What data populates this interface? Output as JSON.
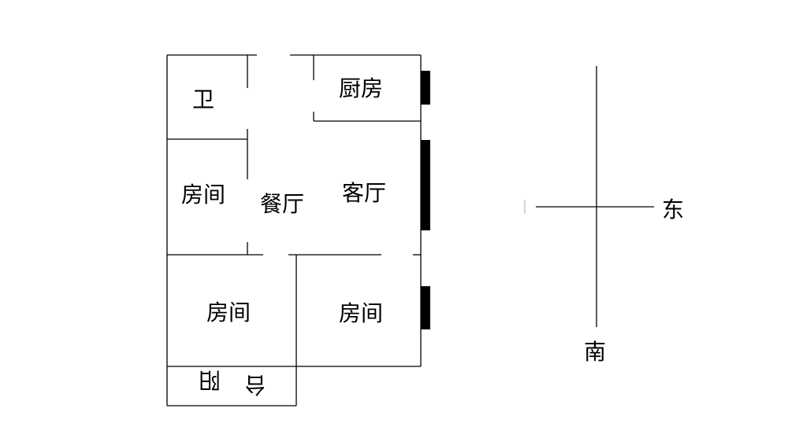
{
  "rooms": {
    "bathroom": "卫",
    "kitchen": "厨房",
    "room_left": "房间",
    "dining": "餐厅",
    "living": "客厅",
    "room_bottom_left": "房间",
    "room_bottom_right": "房间",
    "balcony_char1": "阳",
    "balcony_char2": "台"
  },
  "compass": {
    "east": "东",
    "south": "南"
  },
  "colors": {
    "line": "#000000",
    "background": "#ffffff"
  }
}
